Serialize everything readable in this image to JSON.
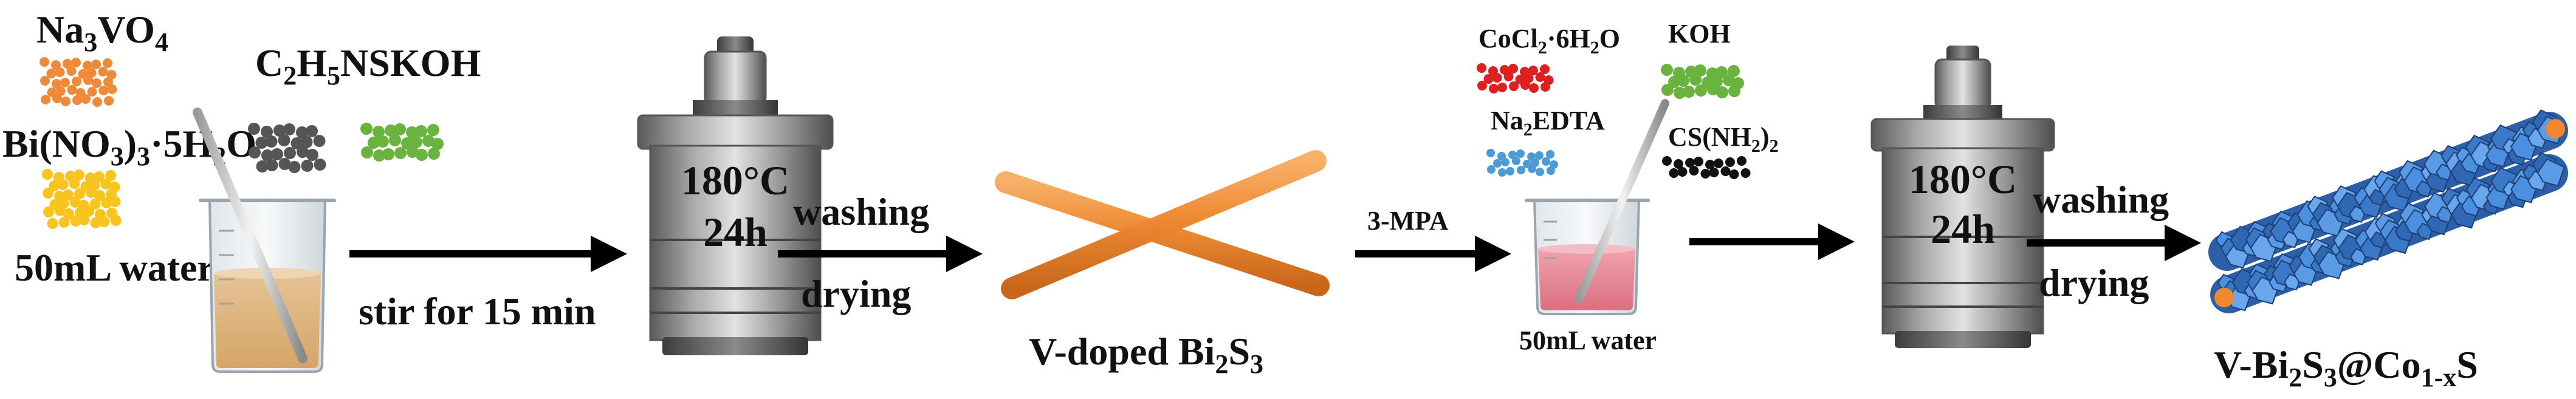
{
  "step1": {
    "na3vo4": {
      "main": "Na",
      "sub1": "3",
      "mid": "VO",
      "sub2": "4",
      "color": "#ef8a3a"
    },
    "bi_nitrate": {
      "main": "Bi(NO",
      "sub1": "3",
      "mid": ")",
      "sub2": "3",
      "tail": "·5H",
      "sub3": "2",
      "end": "O",
      "color": "#f7c51e"
    },
    "thioacetamide": {
      "main": "C",
      "sub1": "2",
      "mid": "H",
      "sub2": "5",
      "end": "NS",
      "color": "#555555"
    },
    "koh": {
      "label": "KOH",
      "color": "#6bb33f"
    },
    "solvent": "50mL water",
    "process": "stir for 15 min"
  },
  "autoclave1": {
    "temp": "180°C",
    "time": "24h"
  },
  "post1": {
    "top": "washing",
    "bottom": "drying"
  },
  "intermediate": {
    "main": "V-doped Bi",
    "sub1": "2",
    "mid": "S",
    "sub2": "3",
    "color": "#f0882f"
  },
  "modifier": "3-MPA",
  "step2": {
    "cocl2": {
      "main": "CoCl",
      "sub1": "2",
      "mid": "·6H",
      "sub2": "2",
      "end": "O",
      "color": "#e02020"
    },
    "koh": {
      "label": "KOH",
      "color": "#6bb33f"
    },
    "na2edta": {
      "main": "Na",
      "sub1": "2",
      "end": "EDTA",
      "color": "#4d9bd6"
    },
    "thiourea": {
      "main": "CS(NH",
      "sub1": "2",
      "mid": ")",
      "sub2": "2",
      "color": "#111111"
    },
    "solvent": "50mL water"
  },
  "autoclave2": {
    "temp": "180°C",
    "time": "24h"
  },
  "post2": {
    "top": "washing",
    "bottom": "drying"
  },
  "product": {
    "main": "V-Bi",
    "sub1": "2",
    "mid": "S",
    "sub2": "3",
    "at": "@Co",
    "sub3": "1-x",
    "end": "S",
    "color": "#3d7fd6"
  }
}
